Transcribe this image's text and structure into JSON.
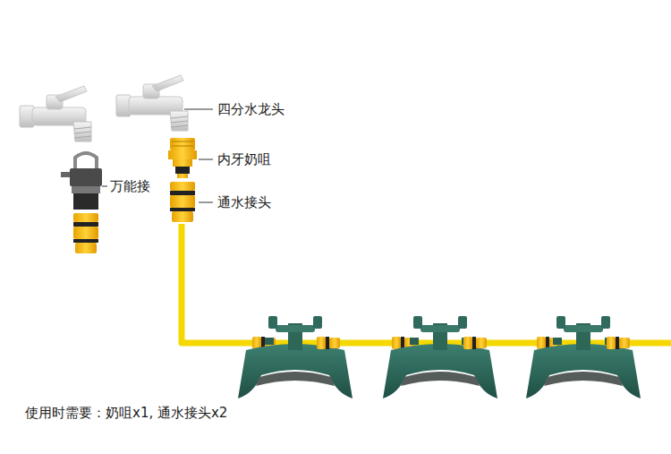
{
  "diagram": {
    "labels": [
      "四分水龙头",
      "内牙奶咀",
      "万能接",
      "通水接头",
      "使用时需要：奶咀x1, 通水接头x2"
    ]
  }
}
